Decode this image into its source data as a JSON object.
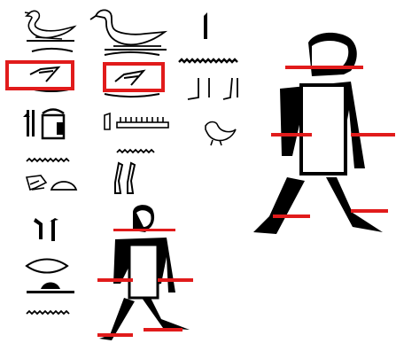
{
  "image": {
    "background": "#ffffff",
    "glyph_color": "#000000",
    "marker_color": "#e11b1b"
  },
  "hieroglyphs": [
    {
      "name": "duck-glyph"
    },
    {
      "name": "goose-glyph"
    },
    {
      "name": "reed-leaf-glyph"
    },
    {
      "name": "water-ripple-glyph"
    },
    {
      "name": "boat-glyph"
    },
    {
      "name": "legs-glyph"
    },
    {
      "name": "shrine-glyph"
    },
    {
      "name": "comb-glyph"
    },
    {
      "name": "chick-glyph"
    },
    {
      "name": "reclining-figure-glyph"
    },
    {
      "name": "bread-loaf-glyph"
    },
    {
      "name": "paired-reed-glyph"
    },
    {
      "name": "pillar-glyph"
    },
    {
      "name": "lens-glyph"
    },
    {
      "name": "standing-man-glyph"
    }
  ],
  "highlight_boxes": [
    {
      "name": "highlight-box-left"
    },
    {
      "name": "highlight-box-right"
    }
  ]
}
